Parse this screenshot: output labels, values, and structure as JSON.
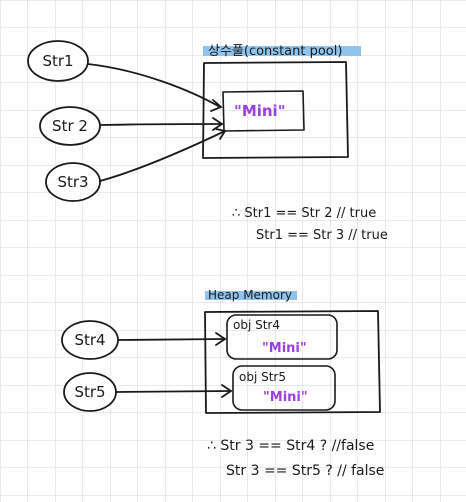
{
  "nodes": {
    "str1": "Str1",
    "str2": "Str 2",
    "str3": "Str3",
    "str4": "Str4",
    "str5": "Str5"
  },
  "top_box": {
    "label": "상수풀(constant pool)",
    "value": "\"Mini\""
  },
  "top_notes": {
    "line1": "∴ Str1 == Str 2 // true",
    "line2": "Str1 == Str 3 // true"
  },
  "heap_box": {
    "label": "Heap Memory",
    "obj1_label": "obj Str4",
    "obj1_value": "\"Mini\"",
    "obj2_label": "obj Str5",
    "obj2_value": "\"Mini\""
  },
  "bottom_notes": {
    "line1": "∴ Str 3 == Str4 ? //false",
    "line2": "Str 3 == Str5 ? // false"
  },
  "colors": {
    "grid": "#d6d6da",
    "ink": "#1a1a1a",
    "highlight": "#8fc4ee",
    "accent": "#9b3fe0"
  }
}
